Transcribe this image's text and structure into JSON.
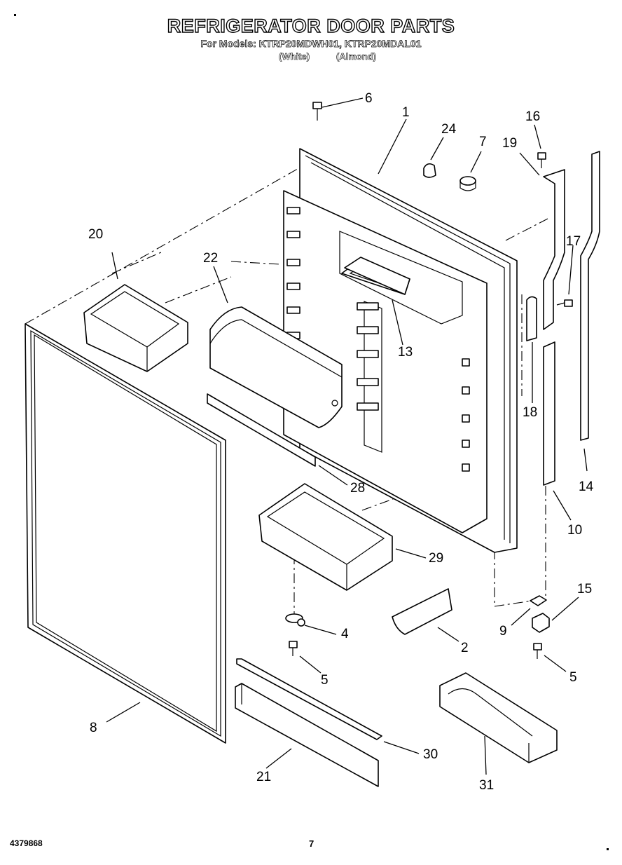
{
  "header": {
    "title": "REFRIGERATOR DOOR PARTS",
    "subtitle": "For Models: KTRP20MDWH01, KTRP20MDAL01",
    "color_white": "(White)",
    "color_almond": "(Almond)"
  },
  "callouts": {
    "c1": "1",
    "c2": "2",
    "c4": "4",
    "c5a": "5",
    "c5b": "5",
    "c6": "6",
    "c7": "7",
    "c8": "8",
    "c9": "9",
    "c10": "10",
    "c13": "13",
    "c14": "14",
    "c15": "15",
    "c16": "16",
    "c17": "17",
    "c18": "18",
    "c19": "19",
    "c20": "20",
    "c21": "21",
    "c22": "22",
    "c24": "24",
    "c28": "28",
    "c29": "29",
    "c30": "30",
    "c31": "31"
  },
  "footer": {
    "doc_number": "4379868",
    "page_number": "7"
  }
}
